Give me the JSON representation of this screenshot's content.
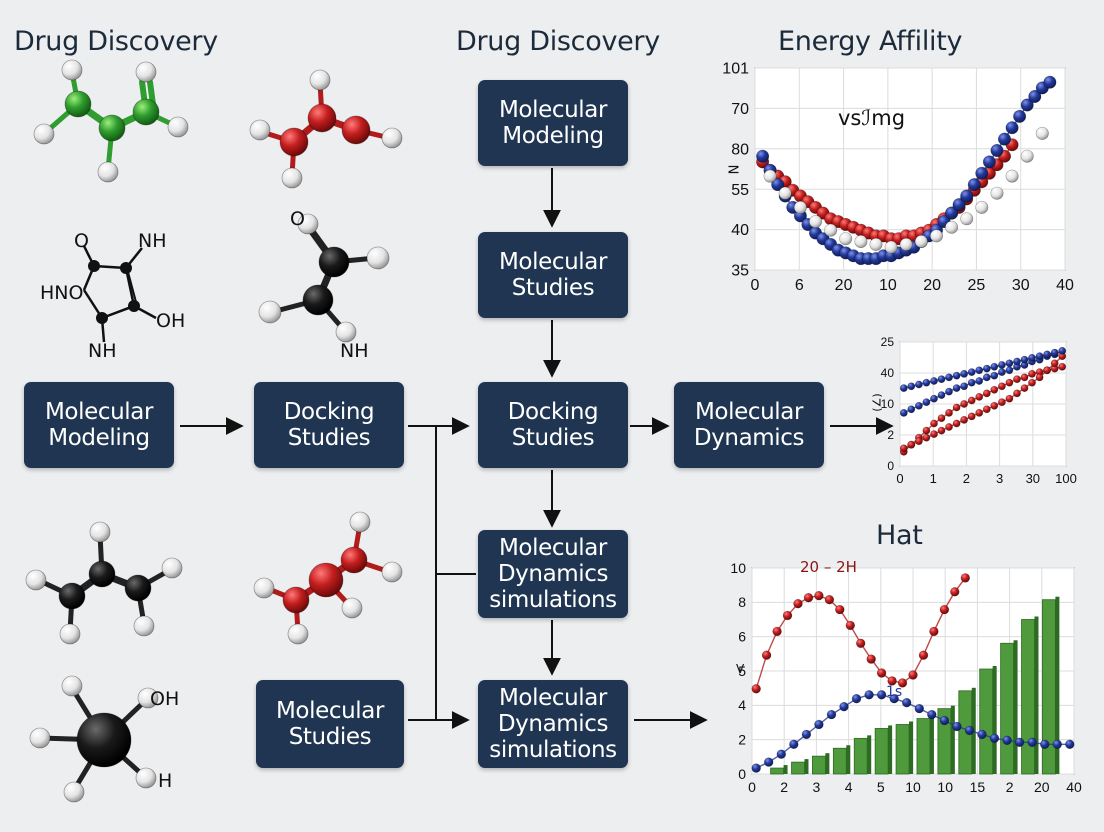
{
  "titles": {
    "left": "Drug Discovery",
    "center": "Drug Discovery"
  },
  "flow_boxes": {
    "c1": "Molecular\nModeling",
    "c2": "Molecular\nStudies",
    "c3": "Docking\nStudies",
    "c4": "Molecular\nDynamics\nsimulations",
    "c5": "Molecular\nDynamics\nsimulations",
    "l1": "Molecular\nModeling",
    "l2": "Docking\nStudies",
    "l3": "Molecular\nStudies",
    "r1": "Molecular\nDynamics"
  },
  "molecule_labels": {
    "o_top": "O",
    "nh_top": "NH",
    "hno": "HNO",
    "oh_ring": "OH",
    "nh_bottom": "NH",
    "o_ethyl": "O",
    "nh_ethyl": "NH",
    "oh_black": "OH",
    "h_black": "H"
  },
  "colors": {
    "background": "#eceef0",
    "box": "#1f3551",
    "atom_red": "#b01b1b",
    "atom_blue": "#23399a",
    "atom_green": "#2f9d2f",
    "atom_black": "#1a1a1a",
    "atom_white": "#f2f2f2",
    "bar_green": "#4e9a3c"
  },
  "chart_data": [
    {
      "type": "scatter",
      "title": "Energy Affility",
      "annotation": "vsℐmg",
      "ylabel": "N",
      "yticks": [
        "101",
        "70",
        "80",
        "55",
        "40",
        "35"
      ],
      "xticks": [
        "0",
        "6",
        "20",
        "10",
        "20",
        "25",
        "30",
        "40"
      ],
      "series": [
        {
          "color": "red",
          "x": [
            0,
            1,
            2,
            3,
            4,
            5,
            6,
            7,
            8,
            9,
            10,
            11,
            12,
            13,
            14,
            15,
            16,
            17,
            18,
            19,
            20,
            21,
            22,
            23,
            24,
            25,
            26,
            27,
            28,
            29,
            30,
            31,
            32,
            33
          ],
          "y": [
            68,
            65,
            63,
            61,
            58,
            56,
            54,
            52,
            50,
            48,
            47,
            46,
            45,
            44,
            43,
            42,
            42,
            41,
            41,
            42,
            42,
            43,
            44,
            46,
            48,
            50,
            52,
            55,
            58,
            61,
            64,
            67,
            70,
            74
          ]
        },
        {
          "color": "blue",
          "x": [
            0,
            1,
            2,
            3,
            4,
            5,
            6,
            7,
            8,
            9,
            10,
            11,
            12,
            13,
            14,
            15,
            16,
            17,
            18,
            19,
            20,
            21,
            22,
            23,
            24,
            25,
            26,
            27,
            28,
            29,
            30,
            31,
            32,
            33,
            34,
            35,
            36,
            37,
            38
          ],
          "y": [
            70,
            65,
            60,
            56,
            52,
            49,
            46,
            43,
            41,
            39,
            37,
            36,
            35,
            34,
            34,
            34,
            35,
            35,
            36,
            37,
            38,
            40,
            42,
            44,
            47,
            50,
            53,
            56,
            60,
            64,
            68,
            72,
            76,
            80,
            84,
            88,
            91,
            94,
            96
          ]
        },
        {
          "color": "white",
          "x": [
            1,
            3,
            5,
            7,
            9,
            11,
            13,
            15,
            17,
            19,
            21,
            23,
            25,
            27,
            29,
            31,
            33,
            35,
            37
          ],
          "y": [
            63,
            57,
            52,
            47,
            44,
            41,
            40,
            39,
            38,
            39,
            40,
            42,
            45,
            48,
            52,
            57,
            63,
            70,
            78
          ]
        }
      ]
    },
    {
      "type": "scatter",
      "title": "",
      "ylabel": "(∠)",
      "yticks": [
        "25",
        "40",
        "10",
        "2",
        "0"
      ],
      "xticks": [
        "0",
        "1",
        "2",
        "3",
        "30",
        "100"
      ],
      "series": [
        {
          "color": "red",
          "x": [
            0,
            1,
            2,
            3,
            4,
            5,
            6,
            7,
            8,
            9,
            10,
            11,
            12,
            13,
            14,
            15,
            16,
            17,
            18,
            19,
            20,
            21
          ],
          "y": [
            8,
            12,
            16,
            20,
            24,
            27,
            30,
            33,
            35,
            37,
            39,
            41,
            43,
            45,
            47,
            49,
            50,
            52,
            53,
            54,
            55,
            56
          ]
        },
        {
          "color": "red",
          "x": [
            0,
            1,
            2,
            3,
            4,
            5,
            6,
            7,
            8,
            9,
            10,
            11,
            12,
            13,
            14,
            15,
            16,
            17,
            18,
            19,
            20,
            21
          ],
          "y": [
            10,
            12,
            14,
            16,
            18,
            20,
            22,
            24,
            26,
            28,
            30,
            32,
            34,
            36,
            38,
            41,
            44,
            47,
            50,
            54,
            58,
            62
          ]
        },
        {
          "color": "blue",
          "x": [
            0,
            1,
            2,
            3,
            4,
            5,
            6,
            7,
            8,
            9,
            10,
            11,
            12,
            13,
            14,
            15,
            16,
            17,
            18,
            19,
            20,
            21
          ],
          "y": [
            30,
            32,
            34,
            36,
            38,
            40,
            42,
            44,
            45,
            47,
            48,
            50,
            51,
            53,
            54,
            56,
            57,
            59,
            60,
            62,
            63,
            65
          ]
        },
        {
          "color": "blue",
          "x": [
            0,
            1,
            2,
            3,
            4,
            5,
            6,
            7,
            8,
            9,
            10,
            11,
            12,
            13,
            14,
            15,
            16,
            17,
            18,
            19,
            20
          ],
          "y": [
            44,
            45,
            46,
            47,
            48,
            49,
            50,
            51,
            52,
            53,
            54,
            55,
            56,
            57,
            58,
            59,
            60,
            61,
            62,
            63,
            64
          ]
        }
      ]
    },
    {
      "type": "bar",
      "title": "Hat",
      "ylabel": "V",
      "yticks": [
        "0",
        "2",
        "4",
        "5",
        "6",
        "8",
        "10"
      ],
      "xticks": [
        "0",
        "2",
        "3",
        "4",
        "5",
        "10",
        "10",
        "15",
        "2",
        "20",
        "40"
      ],
      "annotations": [
        "20 – 2H",
        "1s"
      ],
      "bars": {
        "color": "green",
        "x": [
          1,
          2,
          3,
          4,
          5,
          6,
          7,
          8,
          9,
          10,
          11,
          12,
          13,
          14
        ],
        "values": [
          0.3,
          0.6,
          0.9,
          1.3,
          1.8,
          2.3,
          2.5,
          2.8,
          3.3,
          4.2,
          5.3,
          6.6,
          7.8,
          8.8
        ]
      },
      "series": [
        {
          "color": "red",
          "x": [
            0,
            0.5,
            1,
            1.5,
            2,
            2.5,
            3,
            3.5,
            4,
            4.5,
            5,
            5.5,
            6,
            6.5,
            7,
            7.5,
            8,
            8.5,
            9,
            9.5,
            10
          ],
          "y": [
            4.3,
            6.0,
            7.2,
            8.0,
            8.6,
            8.9,
            9.0,
            8.8,
            8.3,
            7.5,
            6.6,
            5.8,
            5.1,
            4.7,
            4.6,
            5.0,
            6.0,
            7.2,
            8.3,
            9.2,
            9.9
          ]
        },
        {
          "color": "blue",
          "x": [
            0,
            0.6,
            1.2,
            1.8,
            2.4,
            3,
            3.6,
            4.2,
            4.8,
            5.4,
            6,
            6.6,
            7.2,
            7.8,
            8.4,
            9,
            9.6,
            10.2,
            10.8,
            11.4,
            12,
            12.6,
            13.2,
            13.8,
            14.4,
            15
          ],
          "y": [
            0.3,
            0.6,
            1.0,
            1.5,
            2.0,
            2.5,
            3.0,
            3.4,
            3.8,
            4.0,
            4.0,
            3.8,
            3.6,
            3.3,
            3.0,
            2.7,
            2.4,
            2.2,
            2.0,
            1.8,
            1.7,
            1.6,
            1.6,
            1.5,
            1.5,
            1.5
          ]
        }
      ]
    }
  ]
}
